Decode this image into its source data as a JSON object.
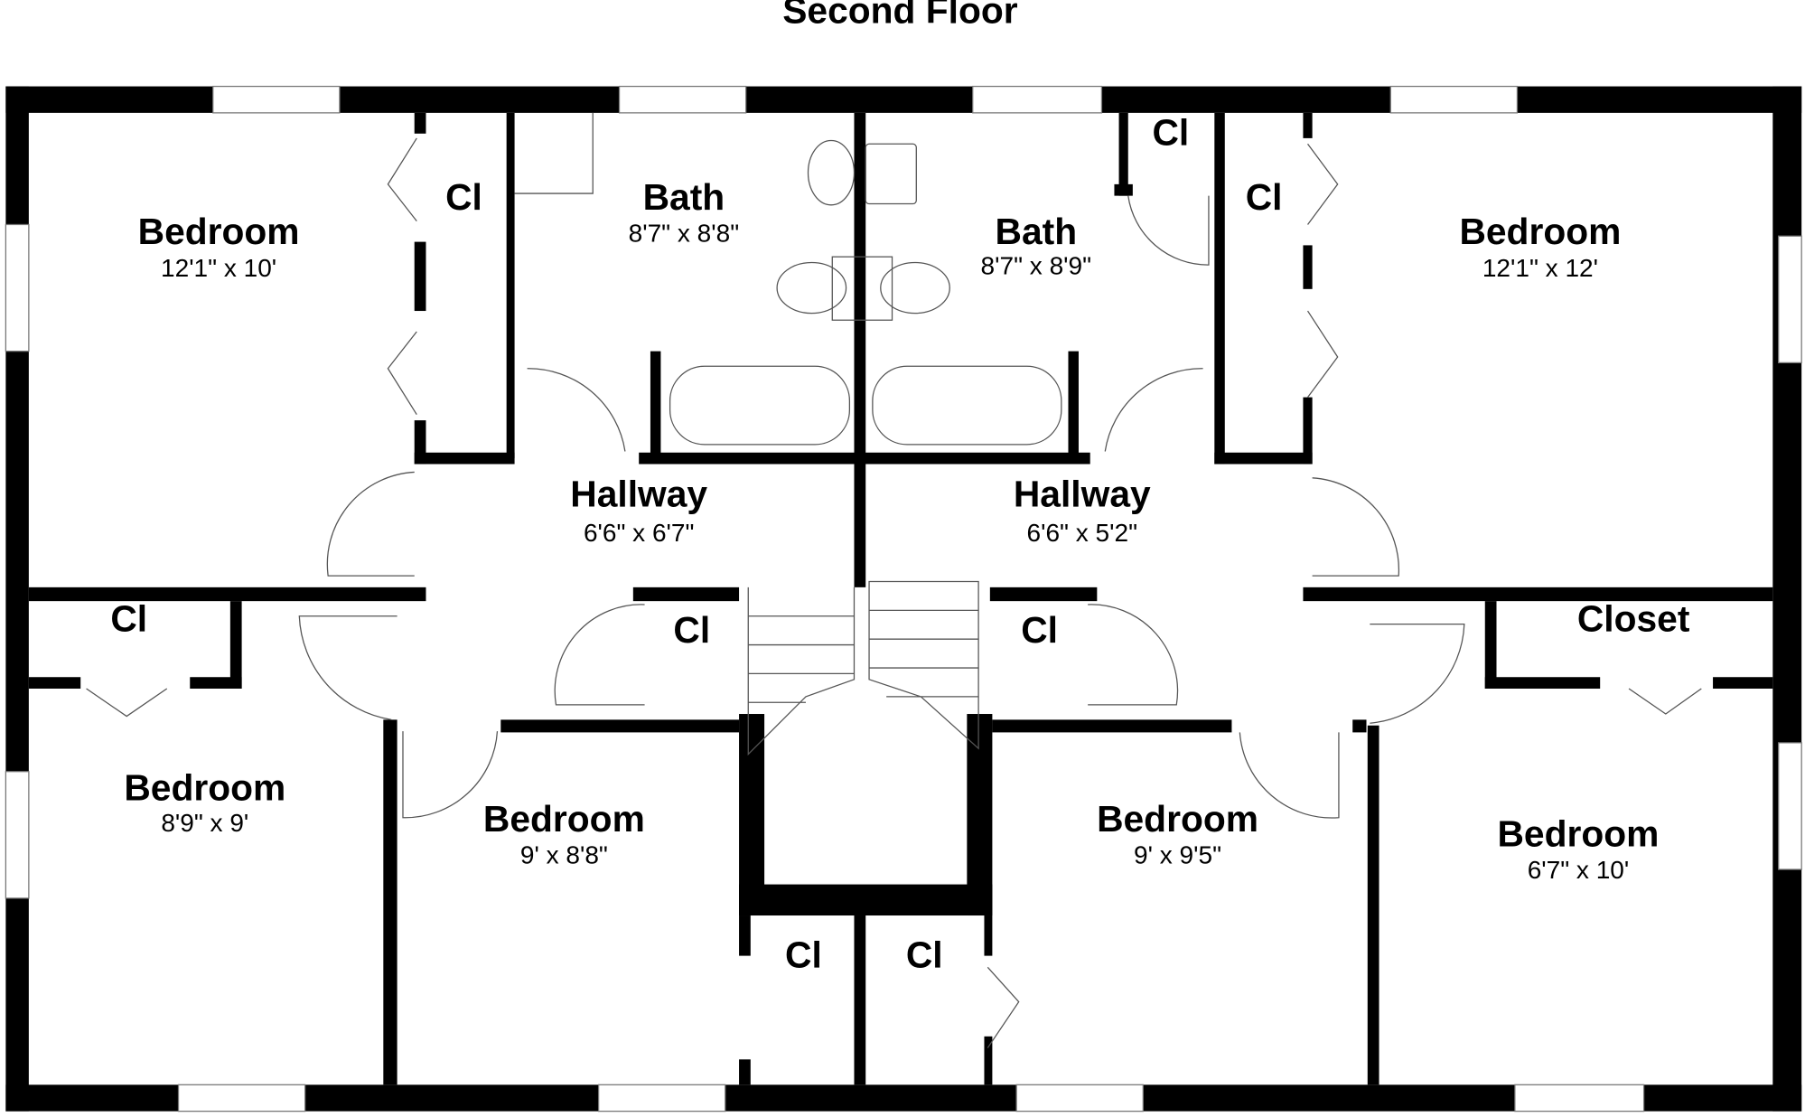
{
  "title": "Second Floor",
  "rooms": [
    {
      "name": "Bedroom",
      "dim": "12'1\" x 10'"
    },
    {
      "name": "Bath",
      "dim": "8'7\" x 8'8\""
    },
    {
      "name": "Bath",
      "dim": "8'7\" x 8'9\""
    },
    {
      "name": "Bedroom",
      "dim": "12'1\" x 12'"
    },
    {
      "name": "Hallway",
      "dim": "6'6\" x 6'7\""
    },
    {
      "name": "Hallway",
      "dim": "6'6\" x 5'2\""
    },
    {
      "name": "Bedroom",
      "dim": "8'9\" x 9'"
    },
    {
      "name": "Bedroom",
      "dim": "9' x 8'8\""
    },
    {
      "name": "Bedroom",
      "dim": "9' x 9'5\""
    },
    {
      "name": "Bedroom",
      "dim": "6'7\" x 10'"
    }
  ],
  "closets": [
    "Cl",
    "Cl",
    "Cl",
    "Cl",
    "Cl",
    "Cl",
    "Closet",
    "Cl",
    "Cl"
  ]
}
